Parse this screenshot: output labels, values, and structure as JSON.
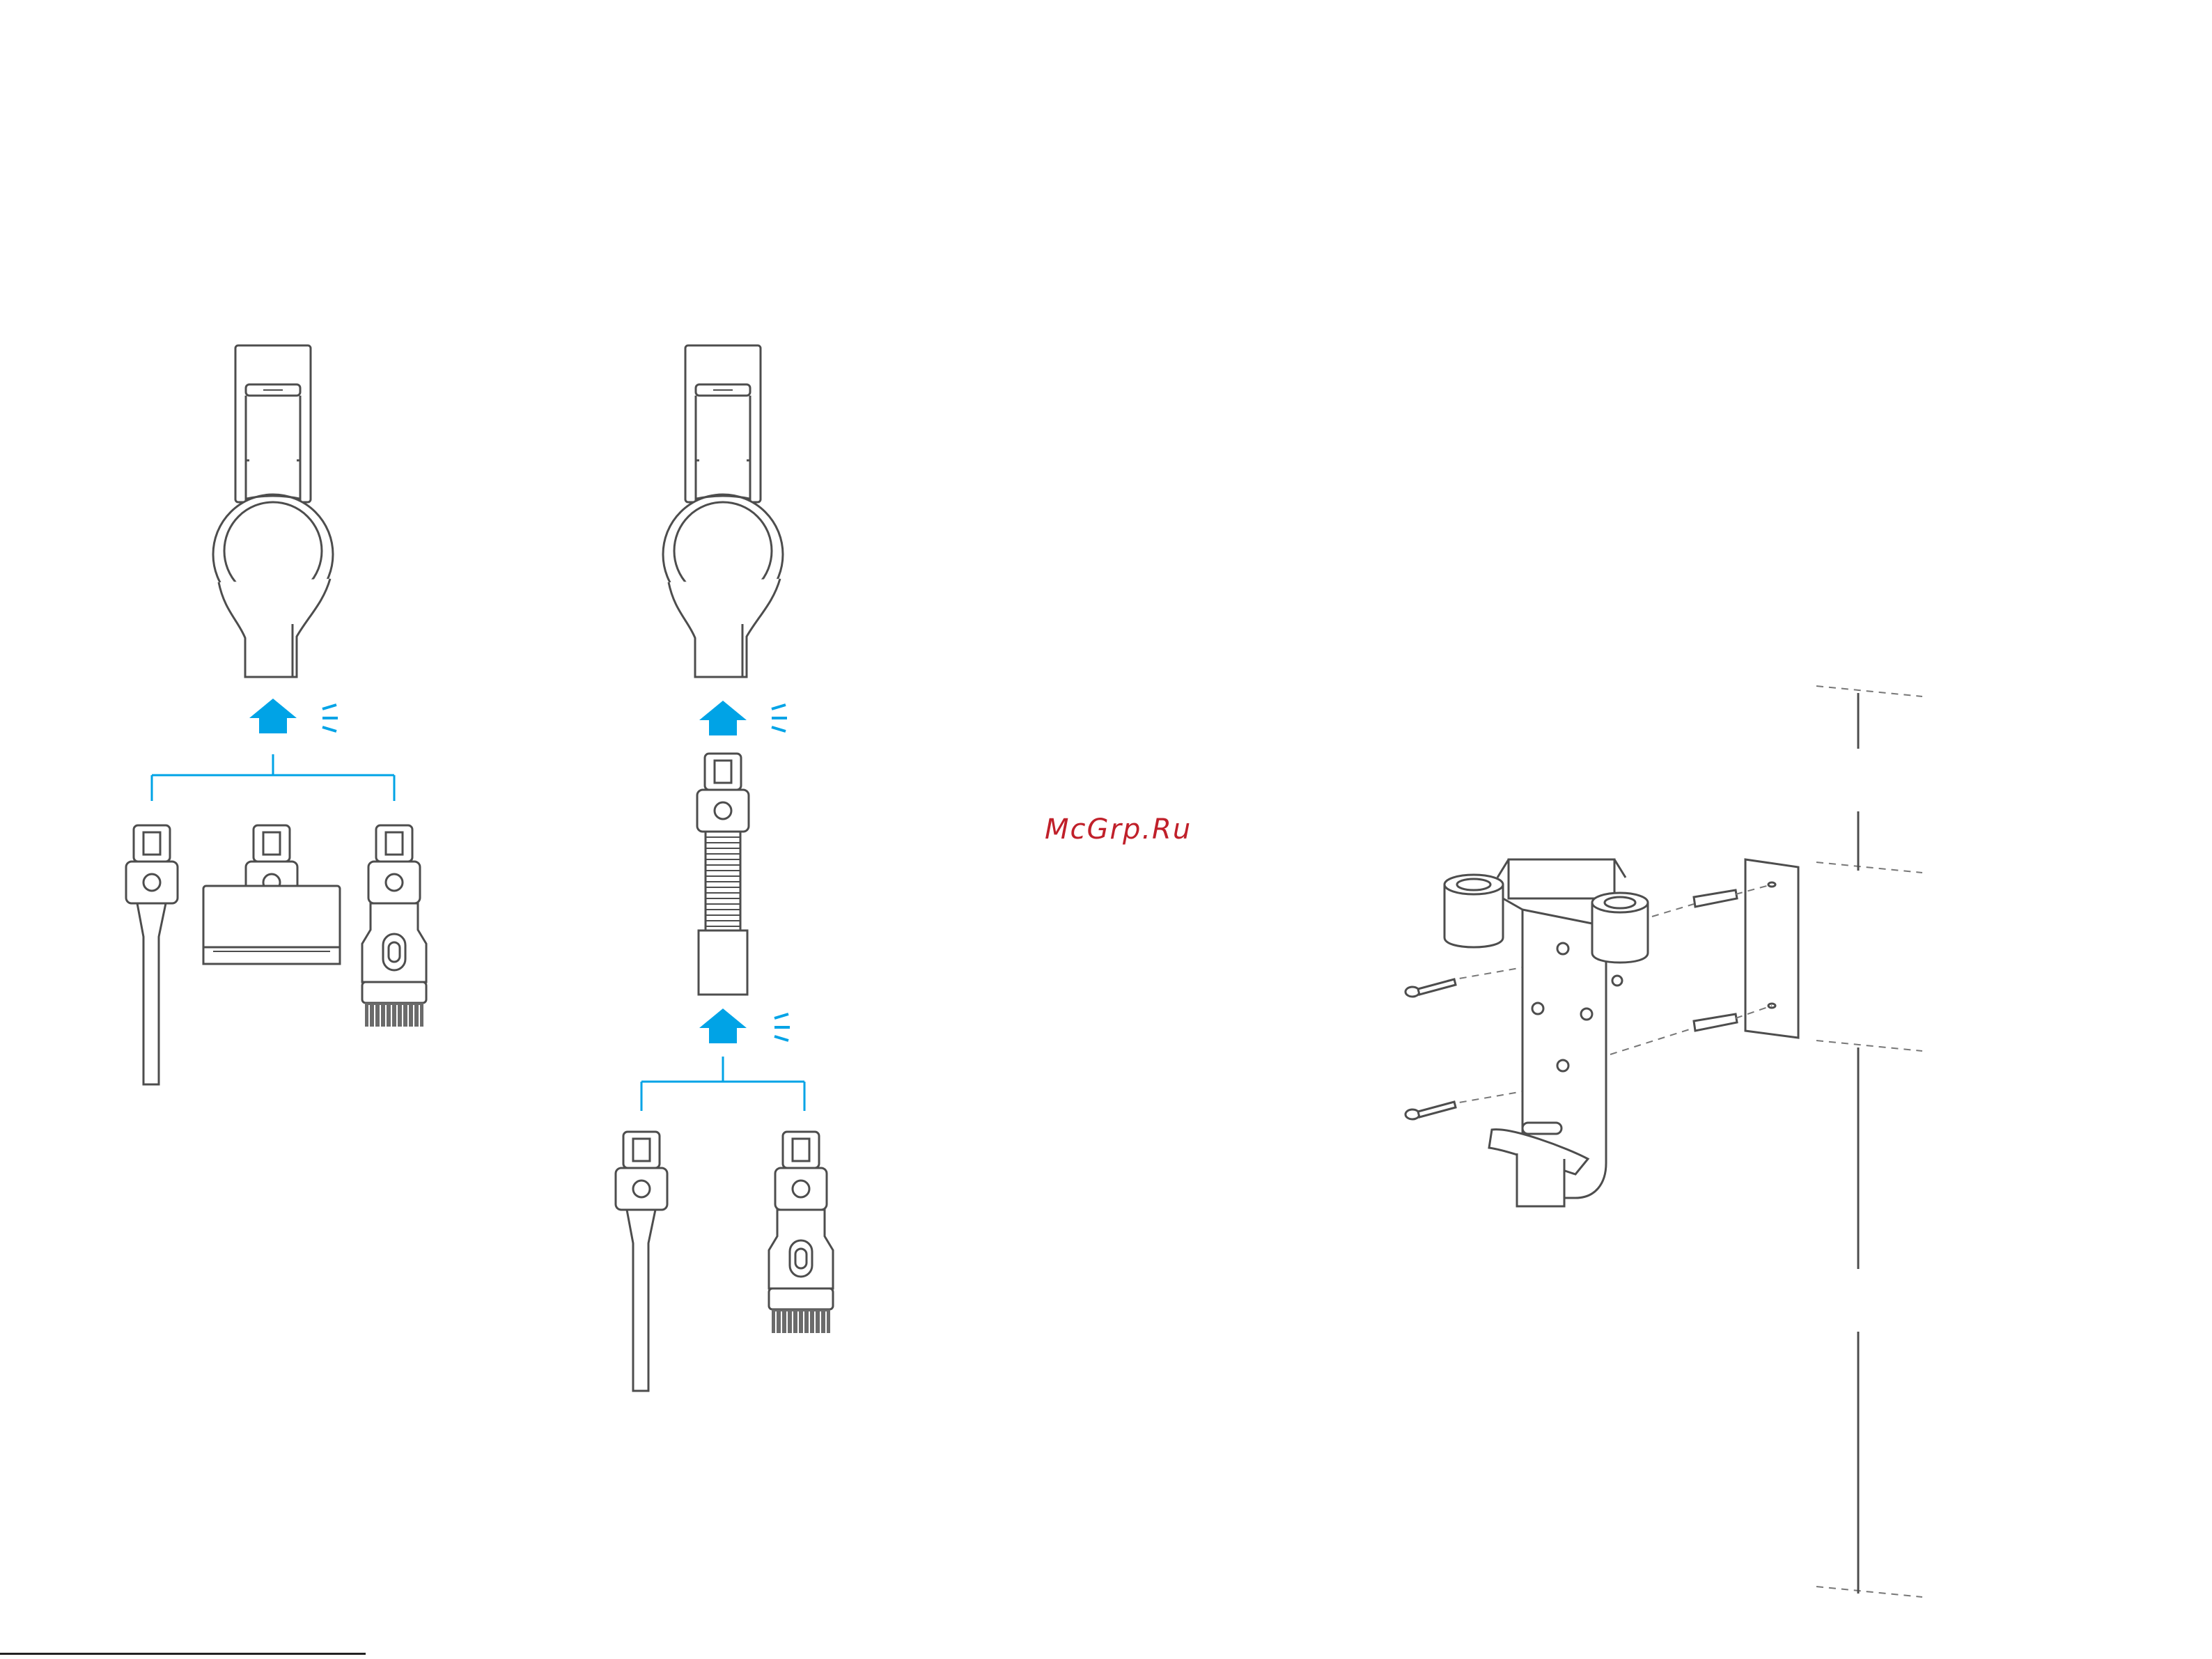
{
  "watermark": {
    "text": "McGrp.Ru",
    "color": "#c0202a"
  },
  "colors": {
    "line": "#4d4d4d",
    "accent": "#00a3e6",
    "dashed": "#777777",
    "brush": "#6b6b6b"
  },
  "panels": {
    "left": {
      "attachments": [
        "crevice-tool",
        "mini-motorized-brush",
        "2-in-1-brush"
      ]
    },
    "middle": {
      "attachments": [
        "extension-hose",
        "crevice-tool",
        "2-in-1-brush"
      ]
    },
    "right": {
      "parts": [
        "wall-mount-bracket",
        "wall-plate",
        "screws",
        "wall-anchors"
      ]
    }
  }
}
